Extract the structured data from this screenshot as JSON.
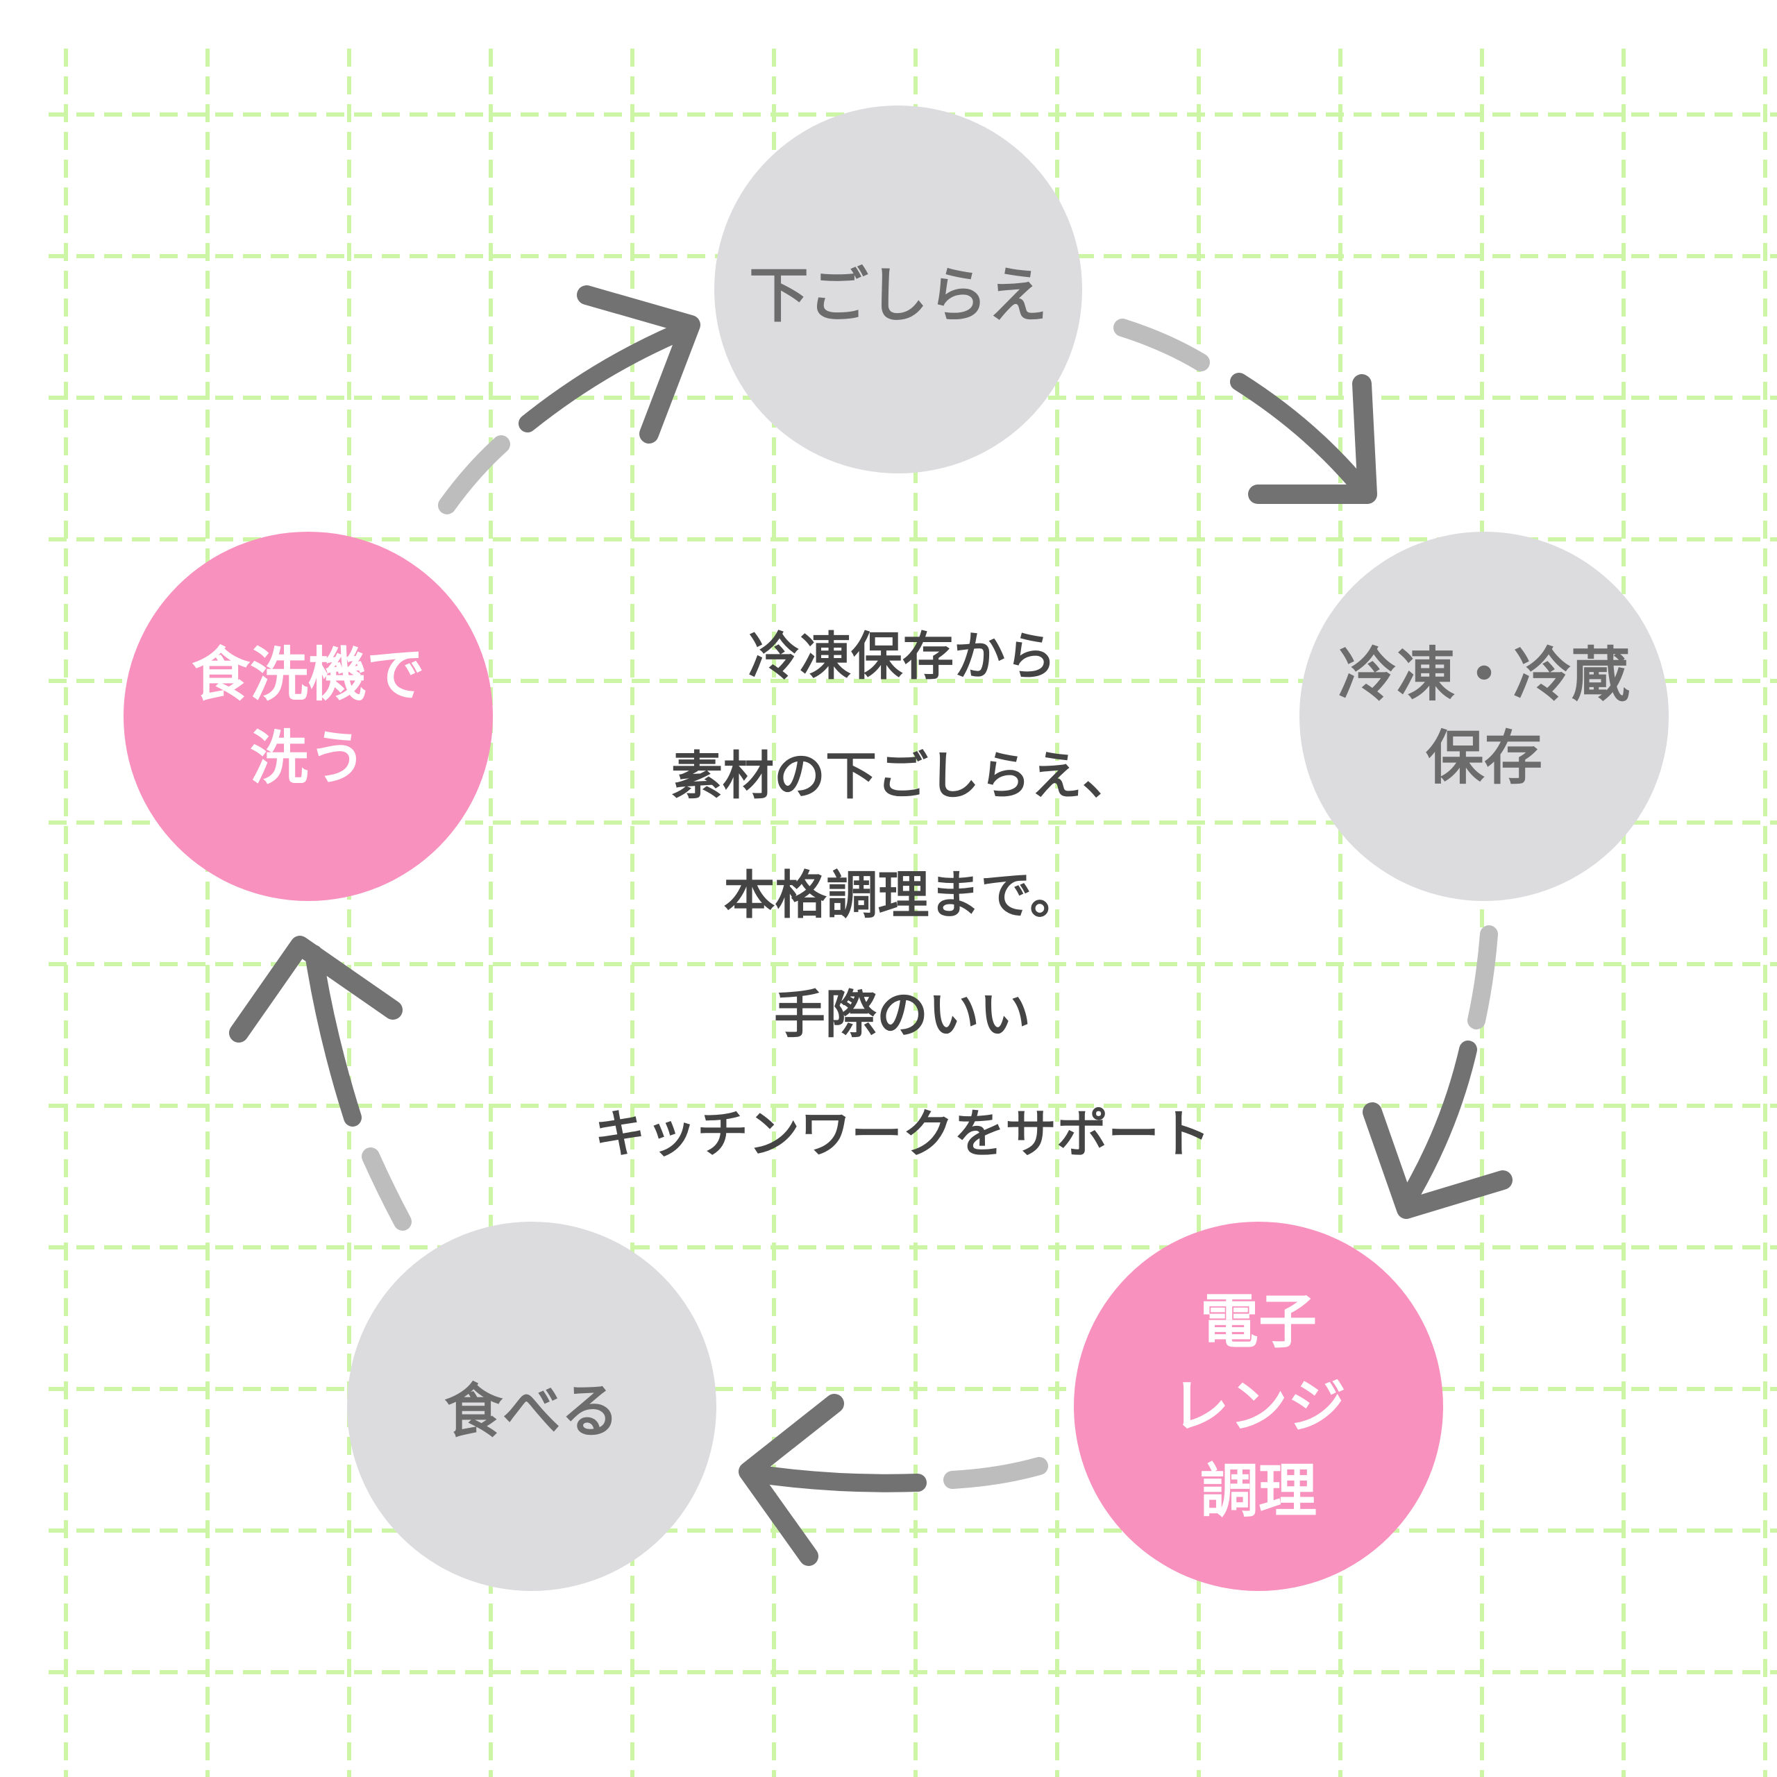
{
  "colors": {
    "grid": "#ccf6a6",
    "node_gray": "#dcdcdf",
    "node_gray_text": "#6c6c6c",
    "node_pink": "#f891bd",
    "node_pink_text": "#ffffff",
    "arrow_dark": "#727272",
    "arrow_light": "#bdbdbd",
    "center_text": "#444444"
  },
  "nodes": {
    "prep": {
      "lines": [
        "下ごしらえ"
      ]
    },
    "freeze": {
      "lines": [
        "冷凍・冷蔵",
        "保存"
      ]
    },
    "microwave": {
      "lines": [
        "電子",
        "レンジ",
        "調理"
      ]
    },
    "eat": {
      "lines": [
        "食べる"
      ]
    },
    "wash": {
      "lines": [
        "食洗機で",
        "洗う"
      ]
    }
  },
  "center": {
    "lines": [
      "冷凍保存から",
      "素材の下ごしらえ、",
      "本格調理まで。",
      "手際のいい",
      "キッチンワークをサポート"
    ]
  }
}
